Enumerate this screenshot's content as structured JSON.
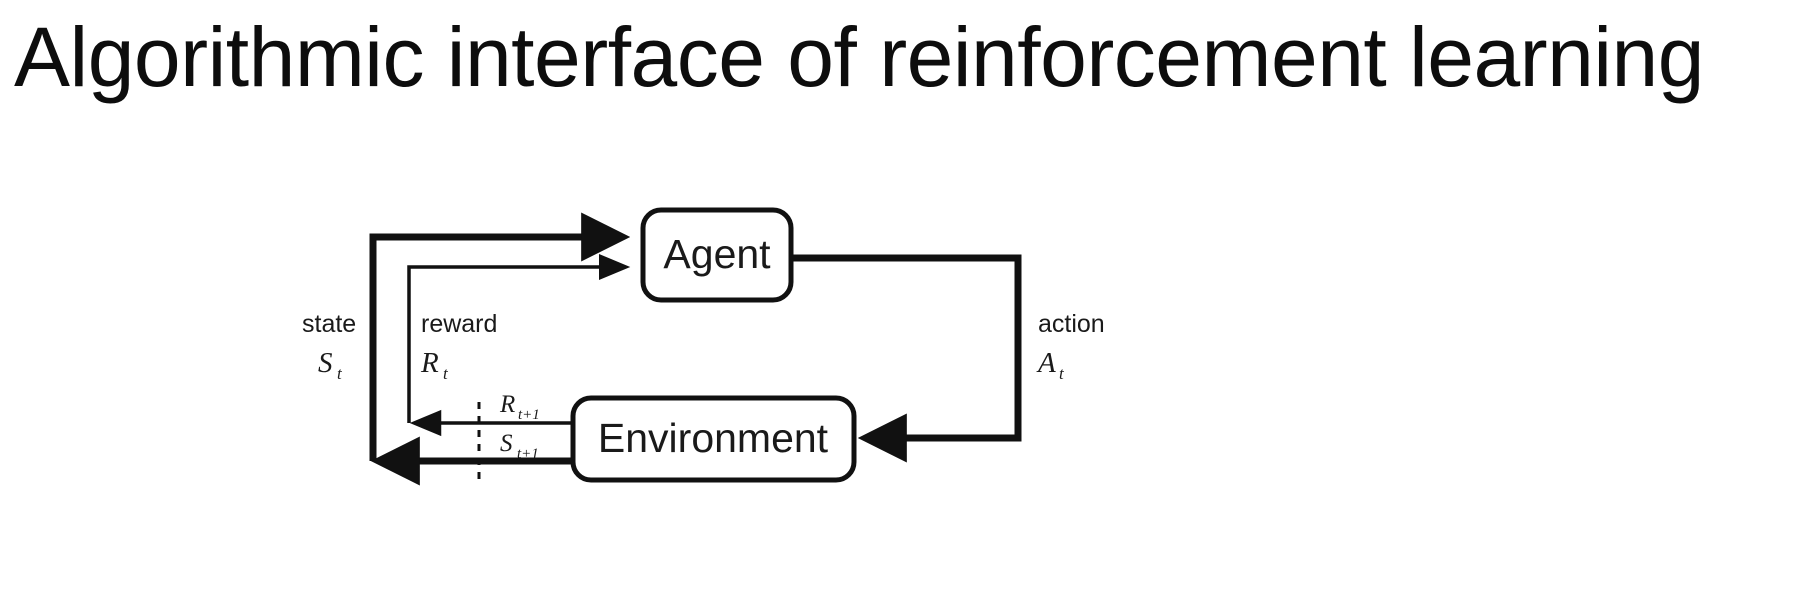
{
  "slide": {
    "title": "Algorithmic interface of reinforcement learning",
    "background_color": "#ffffff",
    "text_color": "#0d0d0d"
  },
  "diagram": {
    "name": "agent-environment-interaction-loop",
    "type": "flow-diagram",
    "stroke_color": "#1a1a1a",
    "fill_color": "#ffffff",
    "nodes": [
      {
        "id": "agent",
        "label": "Agent"
      },
      {
        "id": "environment",
        "label": "Environment"
      }
    ],
    "edges": [
      {
        "id": "state-to-agent",
        "from": "environment",
        "to": "agent",
        "weight": "thick",
        "label": "state",
        "symbol": "S",
        "subscript": "t"
      },
      {
        "id": "reward-to-agent",
        "from": "environment",
        "to": "agent",
        "weight": "thin",
        "label": "reward",
        "symbol": "R",
        "subscript": "t"
      },
      {
        "id": "action-to-environment",
        "from": "agent",
        "to": "environment",
        "weight": "thick",
        "label": "action",
        "symbol": "A",
        "subscript": "t"
      },
      {
        "id": "next-reward",
        "from": "environment",
        "to": "boundary",
        "weight": "thin",
        "label": "",
        "symbol": "R",
        "subscript": "t+1"
      },
      {
        "id": "next-state",
        "from": "environment",
        "to": "boundary",
        "weight": "thick",
        "label": "",
        "symbol": "S",
        "subscript": "t+1"
      }
    ],
    "boundary": {
      "id": "time-step-boundary",
      "style": "dashed-vertical"
    },
    "labels": {
      "state": "state",
      "reward": "reward",
      "action": "action",
      "agent": "Agent",
      "environment": "Environment",
      "state_symbol": "S",
      "state_subscript": "t",
      "reward_symbol": "R",
      "reward_subscript": "t",
      "action_symbol": "A",
      "action_subscript": "t",
      "next_reward_symbol": "R",
      "next_reward_subscript": "t+1",
      "next_state_symbol": "S",
      "next_state_subscript": "t+1"
    }
  }
}
